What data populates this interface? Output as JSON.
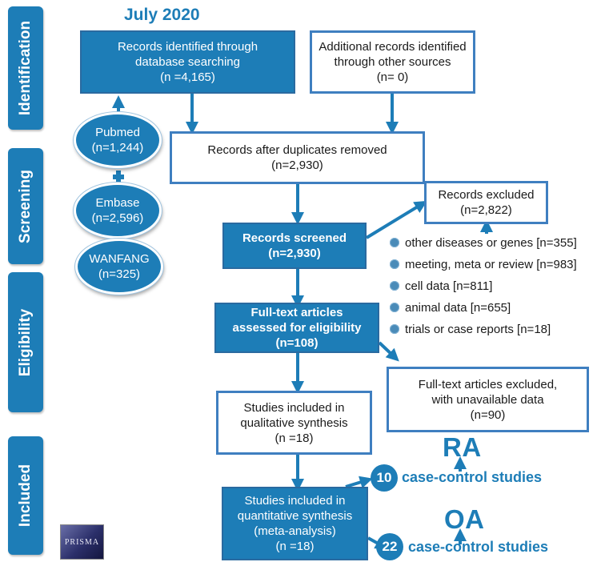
{
  "date_label": "July 2020",
  "stages": {
    "identification": "Identification",
    "screening": "Screening",
    "eligibility": "Eligibility",
    "included": "Included"
  },
  "boxes": {
    "db_search": [
      "Records identified through",
      "database searching",
      "(n =4,165)"
    ],
    "other_sources": [
      "Additional records identified",
      "through other sources",
      "(n= 0)"
    ],
    "dedup": [
      "Records after duplicates removed",
      "(n=2,930)"
    ],
    "excluded": [
      "Records excluded",
      "(n=2,822)"
    ],
    "screened": [
      "Records screened",
      "(n=2,930)"
    ],
    "fulltext": [
      "Full-text articles",
      "assessed for eligibility",
      "(n=108)"
    ],
    "fulltext_excluded": [
      "Full-text articles excluded,",
      "with unavailable data",
      "(n=90)"
    ],
    "qualitative": [
      "Studies included in",
      "qualitative synthesis",
      "(n =18)"
    ],
    "quantitative": [
      "Studies included in",
      "quantitative synthesis",
      "(meta-analysis)",
      "(n =18)"
    ]
  },
  "databases": [
    {
      "name": "Pubmed",
      "count": "(n=1,244)"
    },
    {
      "name": "Embase",
      "count": "(n=2,596)"
    },
    {
      "name": "WANFANG",
      "count": "(n=325)"
    }
  ],
  "exclusion_reasons": [
    "other diseases or genes [n=355]",
    "meeting, meta or review [n=983]",
    "cell data [n=811]",
    "animal data [n=655]",
    "trials or case reports [n=18]"
  ],
  "outcomes": [
    {
      "label": "RA",
      "count": "10",
      "text": "case-control studies"
    },
    {
      "label": "OA",
      "count": "22",
      "text": "case-control studies"
    }
  ],
  "logo_text": "PRISMA",
  "colors": {
    "primary": "#1d7db7",
    "outline": "#3f7fc0",
    "dot": "#4a8bb8"
  }
}
